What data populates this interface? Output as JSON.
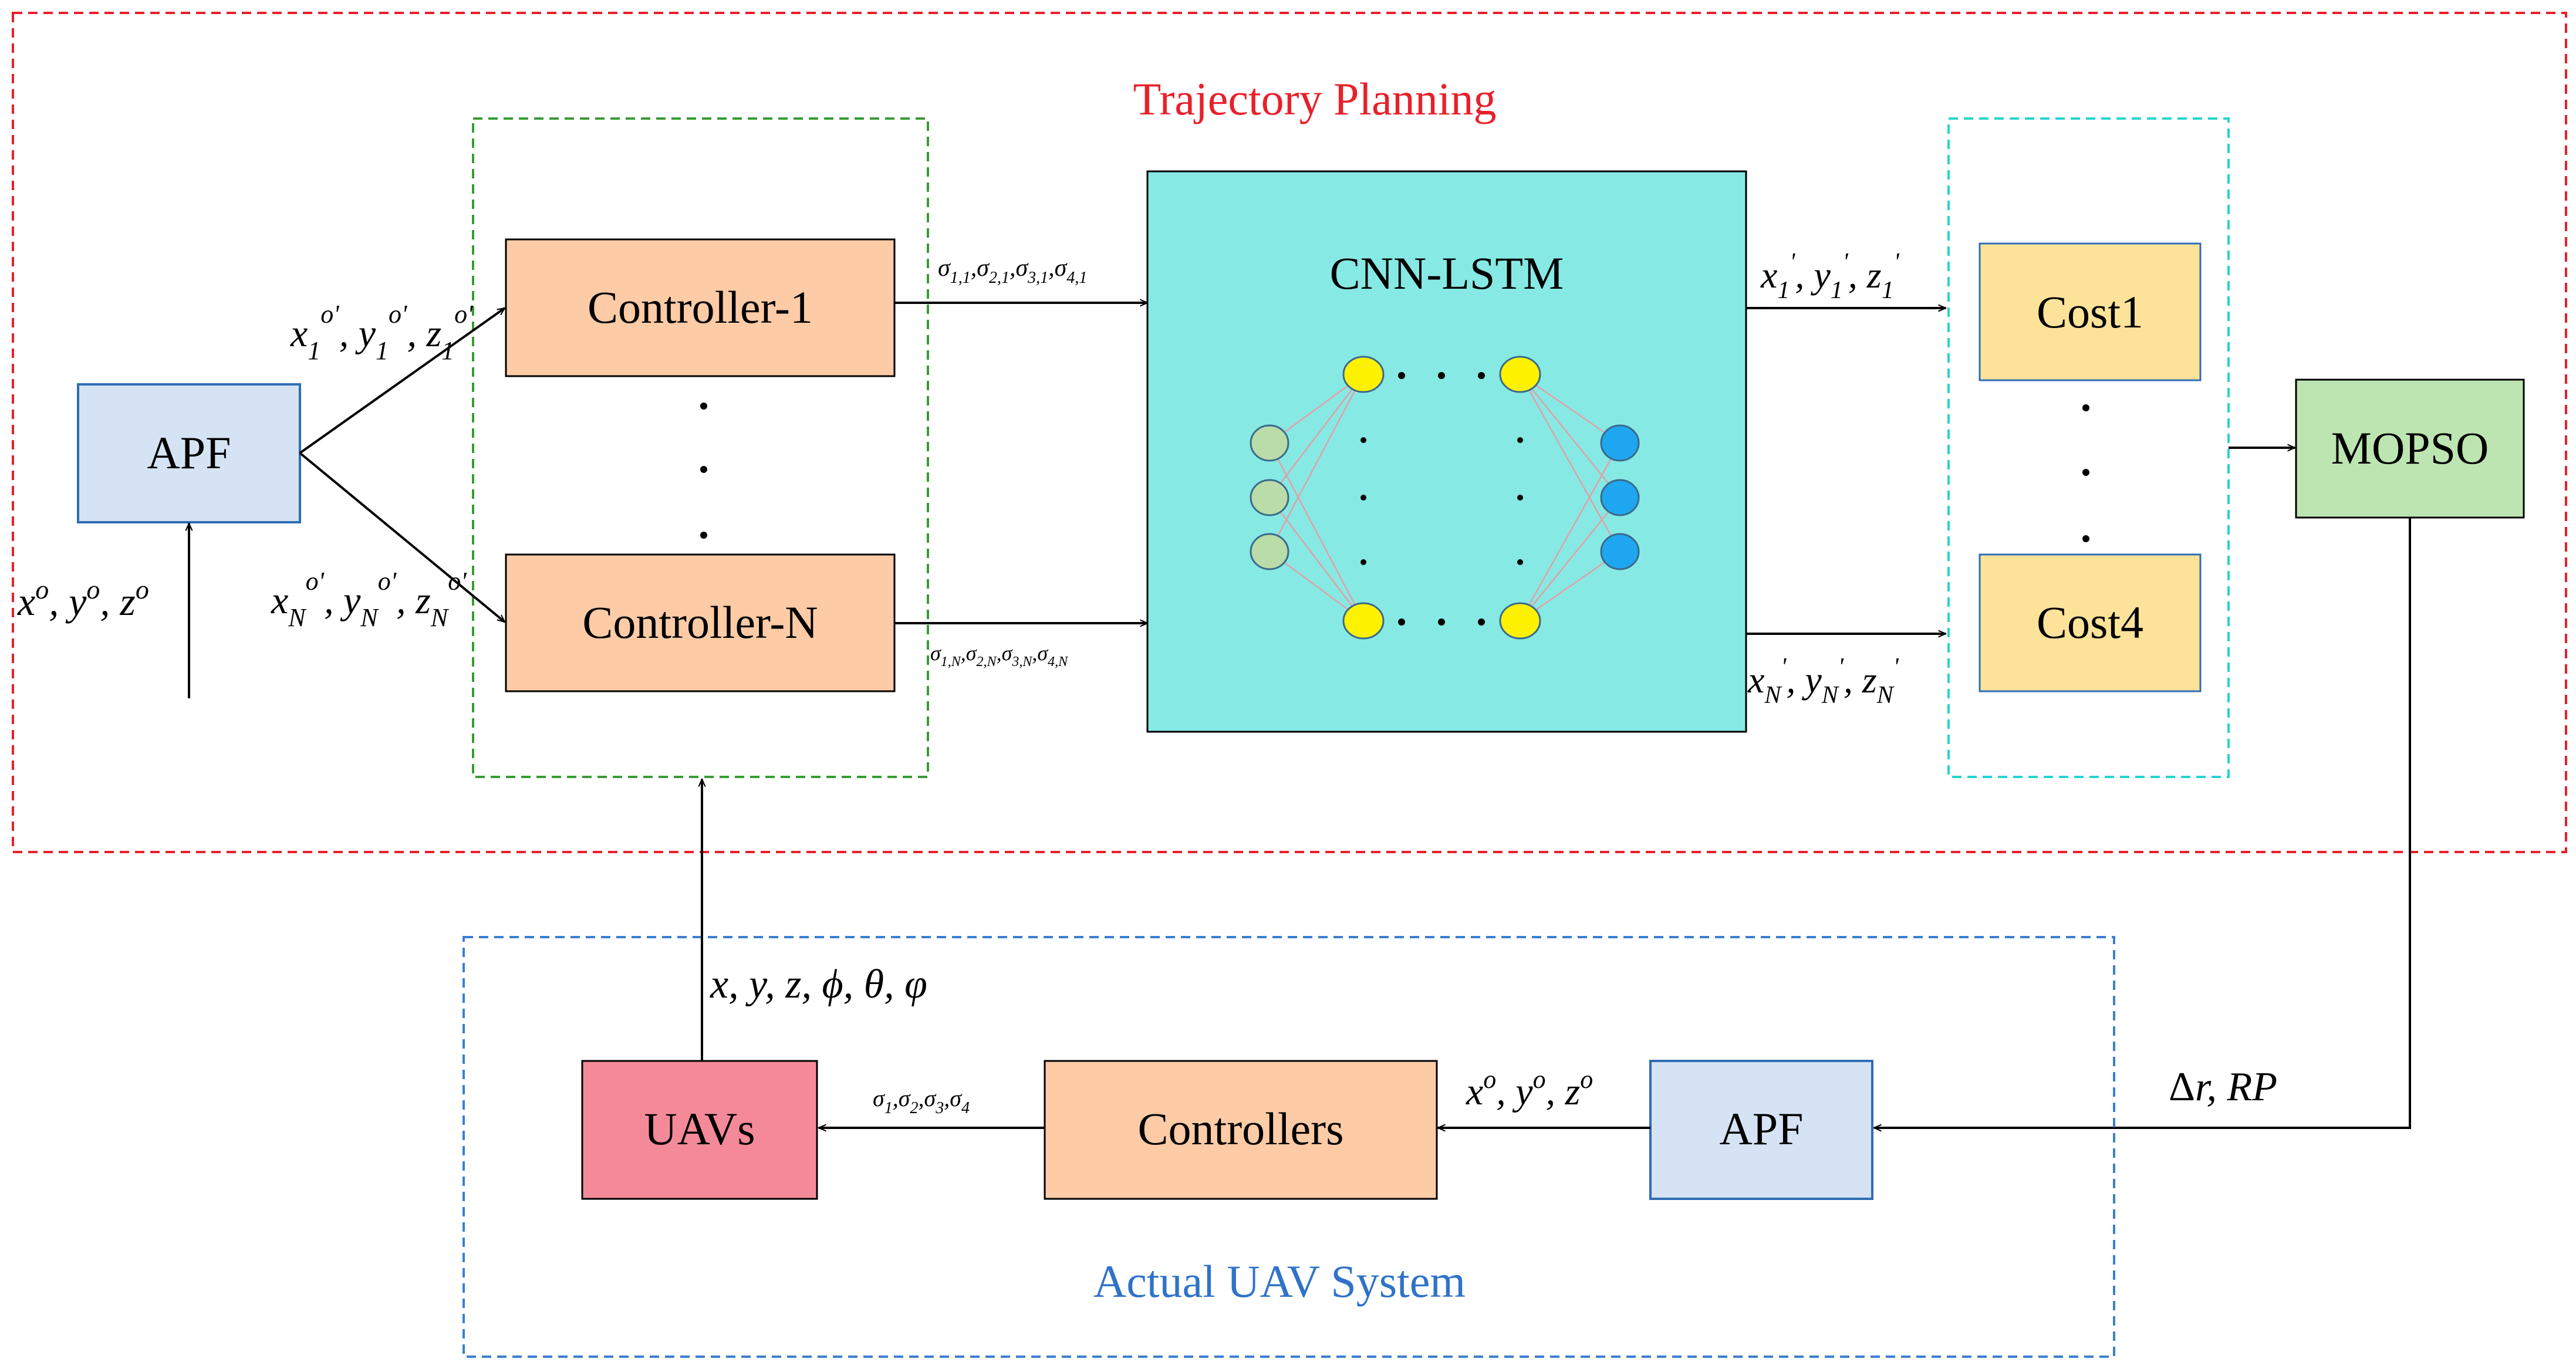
{
  "colors": {
    "trajectory_border": "#e8202a",
    "trajectory_title": "#e8202a",
    "controllers_group_border": "#3a9a35",
    "cost_group_border": "#27d4cf",
    "actual_border": "#3b7fd0",
    "actual_title": "#2f73c9",
    "apf_fill": "#d5e3f4",
    "apf_stroke": "#2f6db5",
    "controller_fill": "#fdcba6",
    "cnn_fill": "#87e9e4",
    "cost_fill": "#fde29a",
    "mopso_fill": "#bde5b1",
    "uav_fill": "#f48a99",
    "node_input": "#b9dca8",
    "node_hidden": "#fff200",
    "node_output": "#1ea7f0"
  },
  "trajectory_planning": {
    "title": "Trajectory Planning",
    "apf_label": "APF",
    "apf_input": "x^o , y^o , z^o",
    "ctrl1_input": "x_1^{o'} , y_1^{o'} , z_1^{o'}",
    "ctrlN_input": "x_N^{o'} , y_N^{o'} , z_N^{o'}",
    "controller_1": "Controller-1",
    "controller_n": "Controller-N",
    "sigma_1": "σ1,1, σ2,1, σ3,1, σ4,1",
    "sigma_n": "σ1,N, σ2,N, σ3,N, σ4,N",
    "cnn_lstm": "CNN-LSTM",
    "out_1": "x1', y1', z1'",
    "out_n": "xN', yN', zN'",
    "cost_1": "Cost1",
    "cost_4": "Cost4",
    "mopso": "MOPSO"
  },
  "actual_system": {
    "title": "Actual UAV System",
    "uavs": "UAVs",
    "controllers": "Controllers",
    "apf": "APF",
    "sigma": "σ1, σ2, σ3, σ4",
    "apf_out": "x^o , y^o , z^o",
    "feedback_state": "x, y, z, ϕ, θ, φ",
    "mopso_out": "Δr, RP"
  }
}
